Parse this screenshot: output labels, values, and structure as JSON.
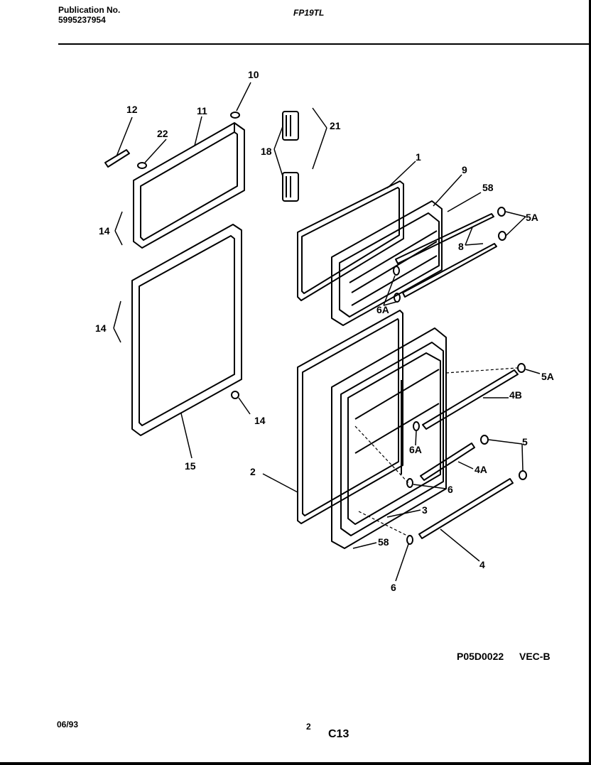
{
  "header": {
    "publication_label": "Publication No.",
    "publication_number": "5995237954",
    "model": "FP19TL"
  },
  "footer": {
    "drawing_code": "P05D0022",
    "drawing_suffix": "VEC-B",
    "date": "06/93",
    "page": "2",
    "section": "C13"
  },
  "callouts": {
    "p1": "1",
    "p2": "2",
    "p3": "3",
    "p4": "4",
    "p4A": "4A",
    "p4B": "4B",
    "p5": "5",
    "p5A_top": "5A",
    "p5A_mid": "5A",
    "p6_mid": "6",
    "p6_bottom": "6",
    "p6A_top": "6A",
    "p6A_mid": "6A",
    "p8": "8",
    "p9": "9",
    "p10": "10",
    "p11": "11",
    "p12": "12",
    "p14_top": "14",
    "p14_mid": "14",
    "p14_bottom": "14",
    "p15": "15",
    "p18": "18",
    "p21": "21",
    "p22": "22",
    "p58_top": "58",
    "p58_bottom": "58"
  }
}
